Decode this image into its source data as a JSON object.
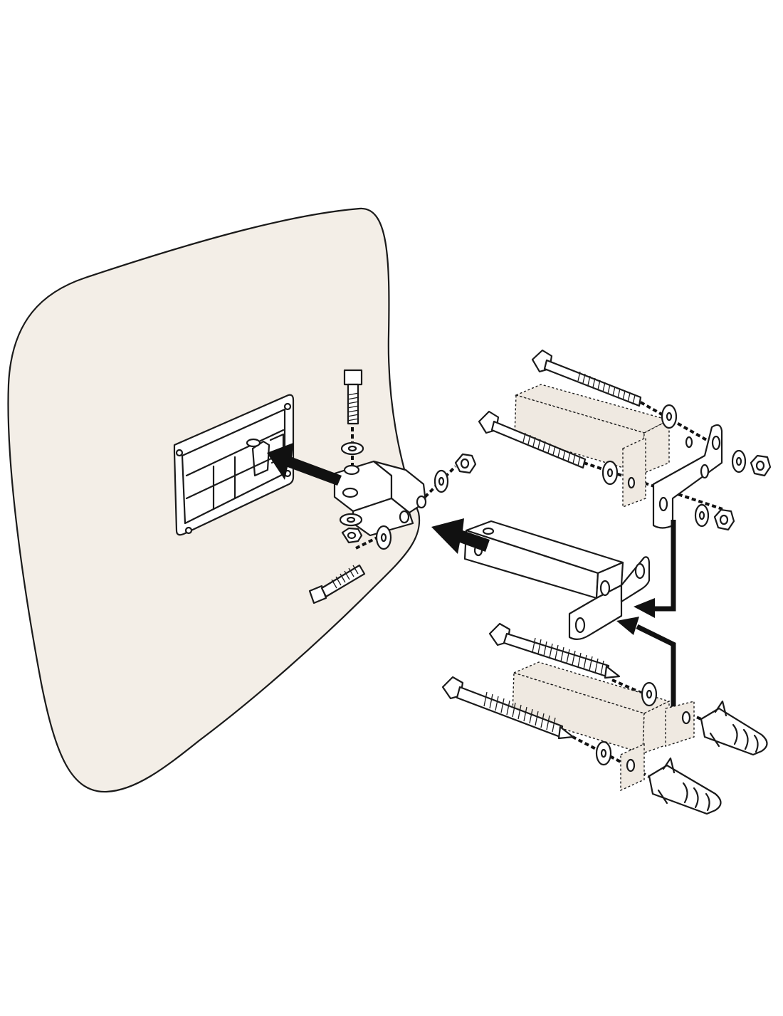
{
  "diagram": {
    "colors": {
      "panel": "#f3eee7",
      "outline": "#1a1a1a",
      "arrow": "#111111",
      "background": "#ffffff"
    },
    "parts": [
      "mirror-panel",
      "back-mount-plate",
      "clamp-bracket",
      "extension-arm",
      "upper-wall-bracket",
      "lower-wall-bracket",
      "long-bolt",
      "threaded-anchor",
      "wall-plug",
      "washer",
      "hex-nut"
    ]
  }
}
